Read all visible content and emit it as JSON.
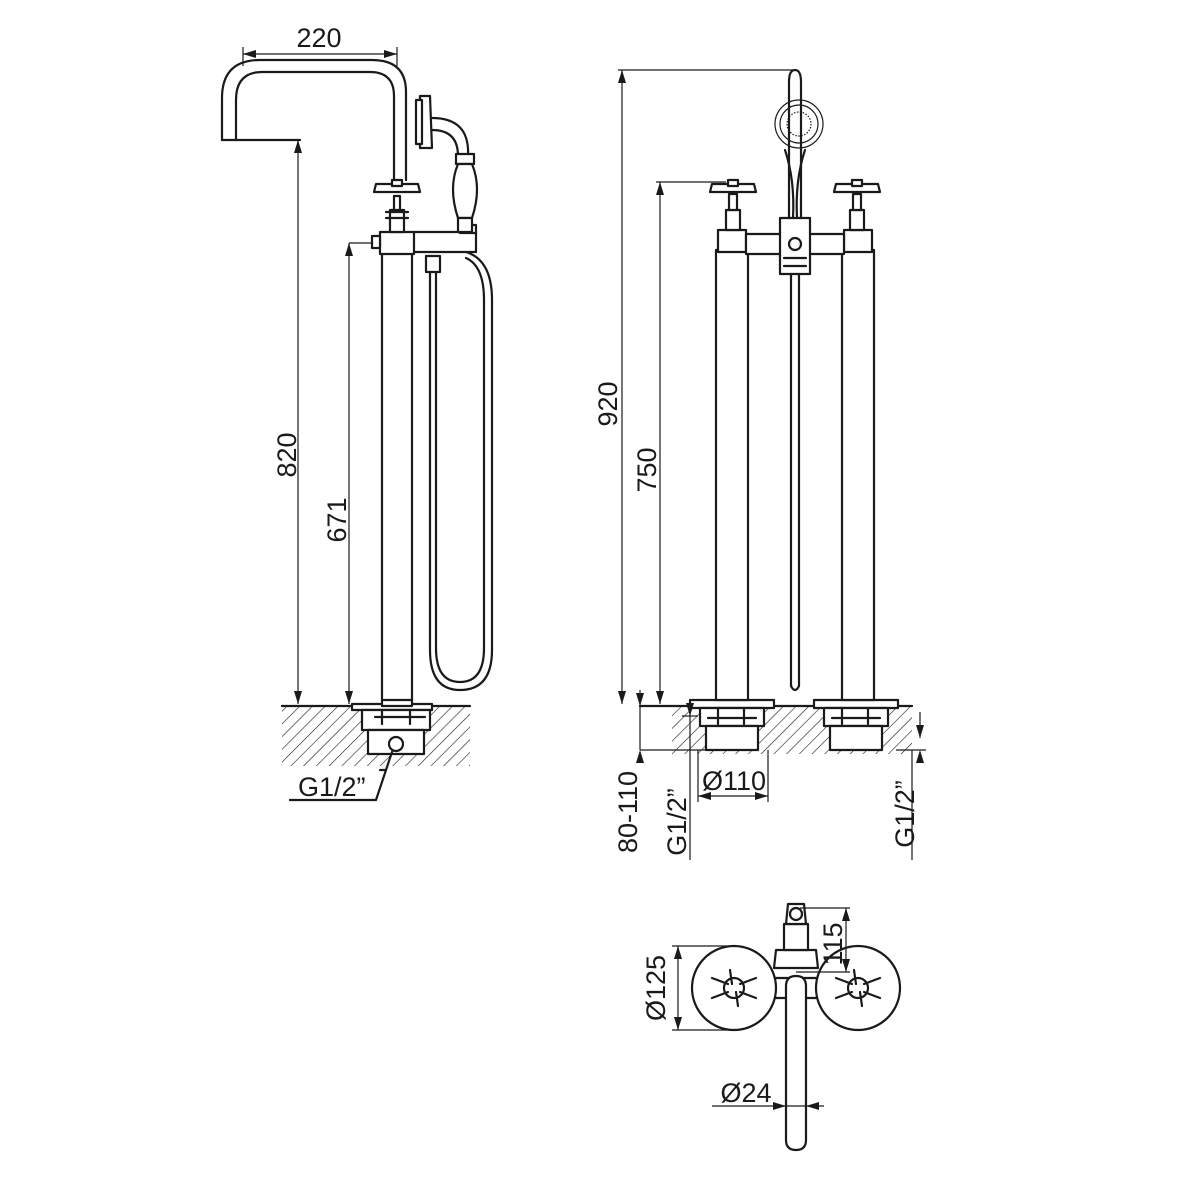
{
  "side_view": {
    "width_label": "220",
    "spout_height_label": "820",
    "handle_height_label": "671",
    "inlet_label": "G1/2”"
  },
  "front_view": {
    "total_height_label": "920",
    "handle_height_label": "750",
    "depth_label": "80-110",
    "left_inlet_label": "G1/2”",
    "base_diameter_label": "Ø110",
    "right_inlet_label": "G1/2”"
  },
  "top_view": {
    "flange_diameter_label": "Ø125",
    "projection_label": "115",
    "spout_diameter_label": "Ø24"
  }
}
